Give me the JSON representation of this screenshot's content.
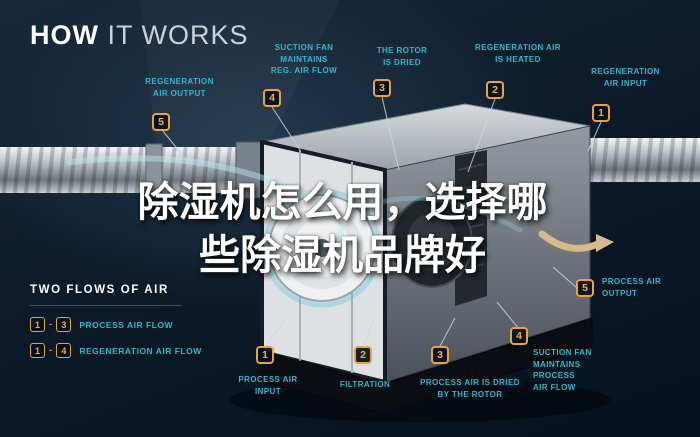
{
  "title": {
    "part1": "HOW",
    "part2": " IT WORKS"
  },
  "overlay": {
    "line1": "除湿机怎么用，选择哪",
    "line2": "些除湿机品牌好"
  },
  "callouts": [
    {
      "number": "5",
      "label": "REGENERATION\nAIR OUTPUT"
    },
    {
      "number": "4",
      "label": "SUCTION FAN\nMAINTAINS\nREG. AIR FLOW"
    },
    {
      "number": "3",
      "label": "THE ROTOR\nIS DRIED"
    },
    {
      "number": "2",
      "label": "REGENERATION AIR\nIS HEATED"
    },
    {
      "number": "1",
      "label": "REGENERATION\nAIR INPUT"
    },
    {
      "number": "5",
      "label": "PROCESS AIR\nOUTPUT"
    },
    {
      "number": "1",
      "label": "PROCESS AIR\nINPUT"
    },
    {
      "number": "2",
      "label": "FILTRATION"
    },
    {
      "number": "3",
      "label": "PROCESS AIR IS DRIED\nBY THE ROTOR"
    },
    {
      "number": "4",
      "label": "SUCTION FAN\nMAINTAINS PROCESS\nAIR FLOW"
    }
  ],
  "legend": {
    "title": "TWO FLOWS OF AIR",
    "rows": [
      {
        "from": "1",
        "sep": "-",
        "to": "3",
        "label": "PROCESS AIR FLOW"
      },
      {
        "from": "1",
        "sep": "-",
        "to": "4",
        "label": "REGENERATION AIR FLOW"
      }
    ]
  },
  "colors": {
    "background": "#0c1a28",
    "teal_label": "#35b7cb",
    "gold_badge": "#e9a43e",
    "duct_metal": "#b9c0c5",
    "overlay_text": "#ffffff"
  },
  "icons": [
    "airflow-swoosh-icon",
    "process-air-arrow-icon"
  ]
}
